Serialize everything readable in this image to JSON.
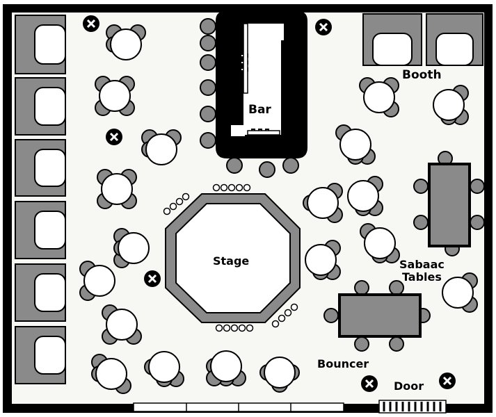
{
  "labels": {
    "bar": "Bar",
    "booth": "Booth",
    "stage": "Stage",
    "sabacc": "Sabaac\nTables",
    "bouncer": "Bouncer",
    "door": "Door"
  },
  "colors": {
    "wall": "#000000",
    "floor": "#f7f7f4",
    "booth_fill": "#8a8a8a",
    "chair": "#8a8a8a",
    "table": "#ffffff",
    "stage_ring": "#8a8a8a"
  }
}
